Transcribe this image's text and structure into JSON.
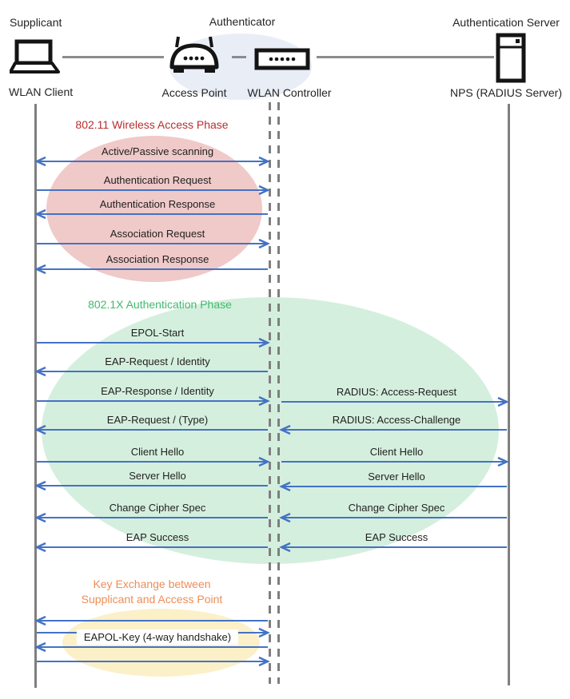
{
  "actors": [
    {
      "id": "supplicant",
      "role": "Supplicant",
      "device": "WLAN Client",
      "icon": "laptop-icon"
    },
    {
      "id": "authenticator",
      "role": "Authenticator",
      "devices": [
        {
          "label": "Access Point",
          "icon": "access-point-icon"
        },
        {
          "label": "WLAN Controller",
          "icon": "wlan-controller-icon"
        }
      ]
    },
    {
      "id": "authentication-server",
      "role": "Authentication Server",
      "device": "NPS (RADIUS Server)",
      "icon": "server-icon"
    }
  ],
  "phases": [
    {
      "id": "phase-80211",
      "title": "802.11 Wireless Access Phase",
      "title_color": "#B92D2D",
      "fill": "#F0C9C9"
    },
    {
      "id": "phase-8021x",
      "title": "802.1X Authentication Phase",
      "title_color": "#3FBA6C",
      "fill": "#D5EFDE"
    },
    {
      "id": "phase-key-exchange",
      "title": "Key Exchange between\nSupplicant and Access Point",
      "title_color": "#EC8E58",
      "fill": "#FCF0C8"
    }
  ],
  "messages": [
    {
      "label": "Active/Passive scanning",
      "between": [
        "WLAN Client",
        "WLAN Controller"
      ],
      "direction": "both"
    },
    {
      "label": "Authentication Request",
      "from": "WLAN Client",
      "to": "WLAN Controller"
    },
    {
      "label": "Authentication Response",
      "from": "WLAN Controller",
      "to": "WLAN Client"
    },
    {
      "label": "Association Request",
      "from": "WLAN Client",
      "to": "WLAN Controller"
    },
    {
      "label": "Association Response",
      "from": "WLAN Controller",
      "to": "WLAN Client"
    },
    {
      "label": "EPOL-Start",
      "from": "WLAN Client",
      "to": "WLAN Controller"
    },
    {
      "label": "EAP-Request / Identity",
      "from": "WLAN Controller",
      "to": "WLAN Client"
    },
    {
      "label": "EAP-Response / Identity",
      "from": "WLAN Client",
      "to": "WLAN Controller"
    },
    {
      "label": "RADIUS: Access-Request",
      "from": "WLAN Controller",
      "to": "NPS (RADIUS Server)"
    },
    {
      "label": "EAP-Request / (Type)",
      "from": "WLAN Controller",
      "to": "WLAN Client"
    },
    {
      "label": "RADIUS: Access-Challenge",
      "from": "NPS (RADIUS Server)",
      "to": "WLAN Controller"
    },
    {
      "label": "Client Hello",
      "from": "WLAN Client",
      "to": "WLAN Controller"
    },
    {
      "label": "Client Hello",
      "from": "WLAN Controller",
      "to": "NPS (RADIUS Server)"
    },
    {
      "label": "Server Hello",
      "from": "WLAN Controller",
      "to": "WLAN Client"
    },
    {
      "label": "Server Hello",
      "from": "NPS (RADIUS Server)",
      "to": "WLAN Controller"
    },
    {
      "label": "Change Cipher Spec",
      "from": "WLAN Controller",
      "to": "WLAN Client"
    },
    {
      "label": "Change Cipher Spec",
      "from": "NPS (RADIUS Server)",
      "to": "WLAN Controller"
    },
    {
      "label": "EAP Success",
      "from": "WLAN Controller",
      "to": "WLAN Client"
    },
    {
      "label": "EAP Success",
      "from": "NPS (RADIUS Server)",
      "to": "WLAN Controller"
    },
    {
      "label": "",
      "from": "WLAN Controller",
      "to": "WLAN Client"
    },
    {
      "label": "",
      "from": "WLAN Client",
      "to": "WLAN Controller"
    },
    {
      "label": "EAPOL-Key (4-way handshake)",
      "from": "WLAN Controller",
      "to": "WLAN Client",
      "label_boxed": true
    },
    {
      "label": "",
      "from": "WLAN Client",
      "to": "WLAN Controller"
    }
  ],
  "colors": {
    "arrow": "#4472C4",
    "lifeline": "#7F7F7F",
    "connector": "#8C8C8C",
    "authenticator_bg": "#E9EDF6",
    "text": "#242424"
  }
}
